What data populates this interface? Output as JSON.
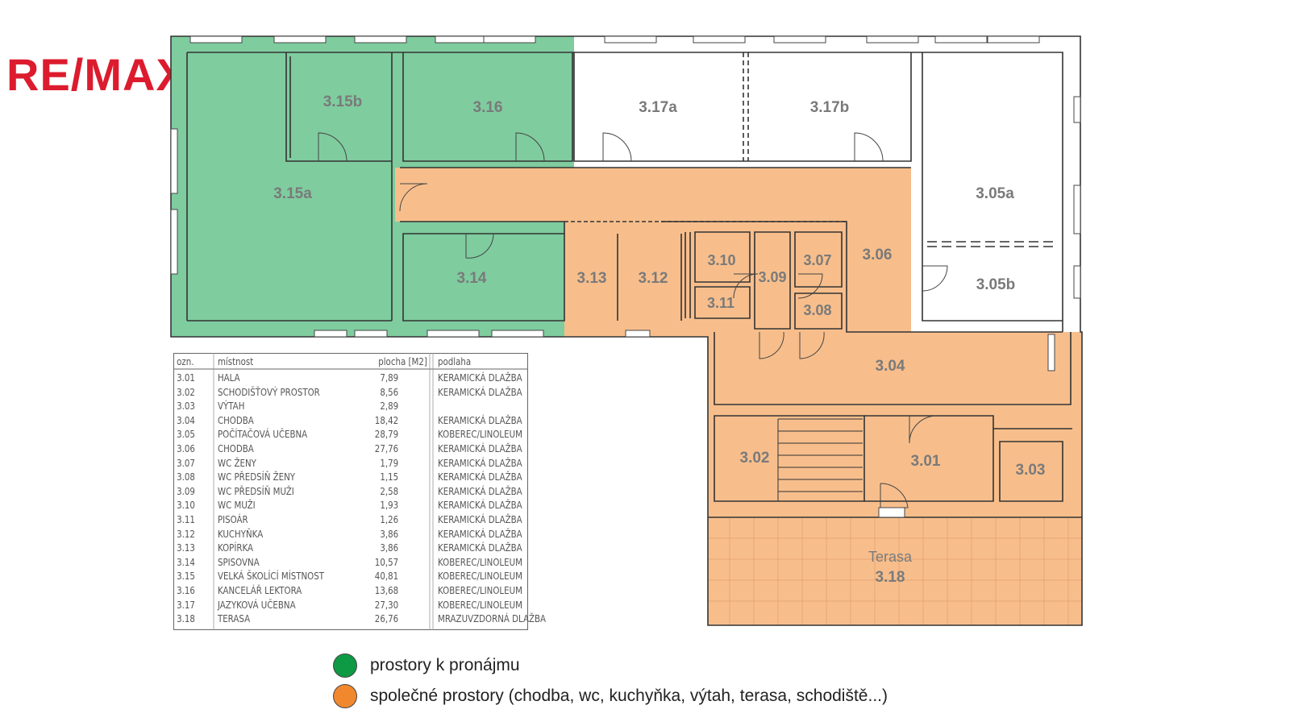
{
  "logo": {
    "text": "RE/MAX",
    "color": "#dc1c2e"
  },
  "colors": {
    "rental": "#7fcc9f",
    "common": "#f7be8c",
    "wall": "#333333",
    "rental_dot": "#0e9a44",
    "common_dot": "#f2882e"
  },
  "rooms": {
    "r315b": "3.15b",
    "r316": "3.16",
    "r317a": "3.17a",
    "r317b": "3.17b",
    "r315a": "3.15a",
    "r305a": "3.05a",
    "r306": "3.06",
    "r314": "3.14",
    "r313": "3.13",
    "r312": "3.12",
    "r310": "3.10",
    "r309": "3.09",
    "r307": "3.07",
    "r311": "3.11",
    "r308": "3.08",
    "r305b": "3.05b",
    "r304": "3.04",
    "r302": "3.02",
    "r301": "3.01",
    "r303": "3.03",
    "terasa_name": "Terasa",
    "r318": "3.18"
  },
  "table": {
    "headers": {
      "code": "ozn.",
      "room": "místnost",
      "area": "plocha [M2]",
      "floor": "podlaha"
    },
    "rows": [
      {
        "code": "3.01",
        "room": "HALA",
        "area": "7,89",
        "floor": "KERAMICKÁ DLAŽBA"
      },
      {
        "code": "3.02",
        "room": "SCHODIŠŤOVÝ PROSTOR",
        "area": "8,56",
        "floor": "KERAMICKÁ DLAŽBA"
      },
      {
        "code": "3.03",
        "room": "VÝTAH",
        "area": "2,89",
        "floor": ""
      },
      {
        "code": "3.04",
        "room": "CHODBA",
        "area": "18,42",
        "floor": "KERAMICKÁ DLAŽBA"
      },
      {
        "code": "3.05",
        "room": "POČÍTAČOVÁ UČEBNA",
        "area": "28,79",
        "floor": "KOBEREC/LINOLEUM"
      },
      {
        "code": "3.06",
        "room": "CHODBA",
        "area": "27,76",
        "floor": "KERAMICKÁ DLAŽBA"
      },
      {
        "code": "3.07",
        "room": "WC ŽENY",
        "area": "1,79",
        "floor": "KERAMICKÁ DLAŽBA"
      },
      {
        "code": "3.08",
        "room": "WC PŘEDSÍŇ ŽENY",
        "area": "1,15",
        "floor": "KERAMICKÁ DLAŽBA"
      },
      {
        "code": "3.09",
        "room": "WC PŘEDSÍŇ MUŽI",
        "area": "2,58",
        "floor": "KERAMICKÁ DLAŽBA"
      },
      {
        "code": "3.10",
        "room": "WC MUŽI",
        "area": "1,93",
        "floor": "KERAMICKÁ DLAŽBA"
      },
      {
        "code": "3.11",
        "room": "PISOÁR",
        "area": "1,26",
        "floor": "KERAMICKÁ DLAŽBA"
      },
      {
        "code": "3.12",
        "room": "KUCHYŇKA",
        "area": "3,86",
        "floor": "KERAMICKÁ DLAŽBA"
      },
      {
        "code": "3.13",
        "room": "KOPÍRKA",
        "area": "3,86",
        "floor": "KERAMICKÁ DLAŽBA"
      },
      {
        "code": "3.14",
        "room": "SPISOVNA",
        "area": "10,57",
        "floor": "KOBEREC/LINOLEUM"
      },
      {
        "code": "3.15",
        "room": "VELKÁ ŠKOLÍCÍ MÍSTNOST",
        "area": "40,81",
        "floor": "KOBEREC/LINOLEUM"
      },
      {
        "code": "3.16",
        "room": "KANCELÁŘ LEKTORA",
        "area": "13,68",
        "floor": "KOBEREC/LINOLEUM"
      },
      {
        "code": "3.17",
        "room": "JAZYKOVÁ UČEBNA",
        "area": "27,30",
        "floor": "KOBEREC/LINOLEUM"
      },
      {
        "code": "3.18",
        "room": "TERASA",
        "area": "26,76",
        "floor": "MRAZUVZDORNÁ DLAŽBA"
      }
    ]
  },
  "legend": {
    "rental": "prostory k pronájmu",
    "common": "společné prostory (chodba, wc, kuchyňka, výtah, terasa, schodiště...)"
  }
}
